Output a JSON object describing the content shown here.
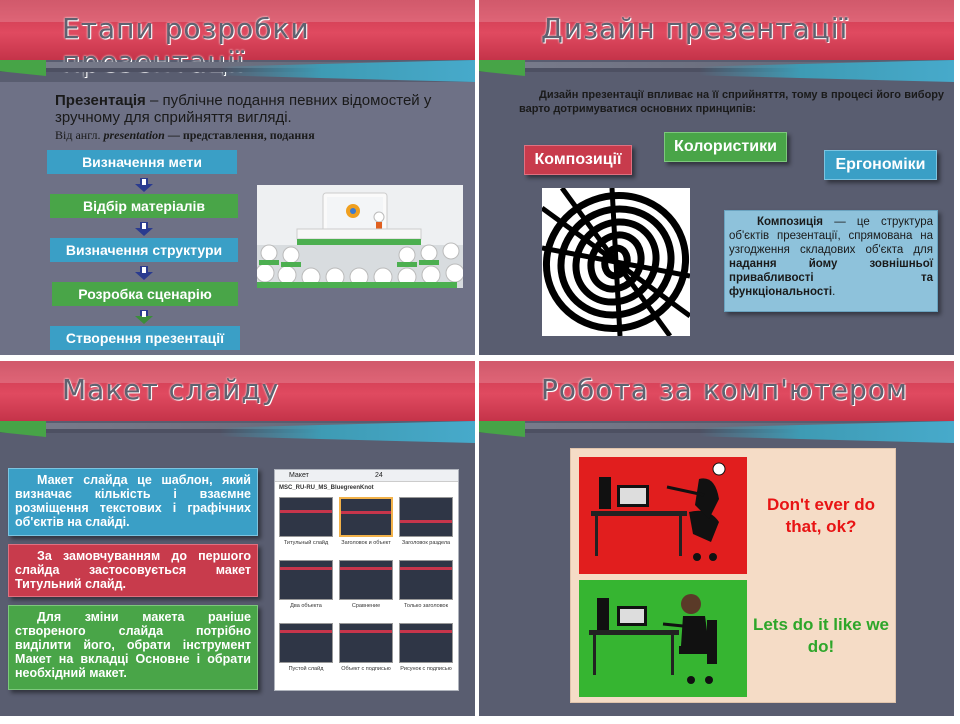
{
  "slide1": {
    "title": "Етапи розробки презентації",
    "definition_term": "Презентація",
    "definition_text": " – публічне подання певних відомостей у зручному для сприйняття вигляді.",
    "eng_prefix": "Від англ. ",
    "eng_word": "presentation",
    "eng_suffix": " — представлення, подання",
    "steps": [
      "Визначення мети",
      "Відбір матеріалів",
      "Визначення структури",
      "Розробка сценарію",
      "Створення презентації"
    ],
    "colors": {
      "blue": "#3a9fc6",
      "green": "#49a548",
      "arrow": "#2a3b8f"
    }
  },
  "slide2": {
    "title": "Дизайн презентації",
    "intro": "Дизайн презентації впливає на її сприйняття, тому в процесі його вибору варто дотримуватися основних принципів:",
    "tags": [
      "Композиції",
      "Колористики",
      "Ергономіки"
    ],
    "desc_term": "Композиція",
    "desc_part1": " — це структура об'єктів презентації, спрямована на узгодження складових об'єкта для ",
    "desc_bold": "надання йому зовнішньої привабливості та функціональності",
    "desc_end": ".",
    "colors": {
      "tag1": "#c83b4c",
      "tag2": "#49a548",
      "tag3": "#3a9fc6",
      "desc_bg": "#8ec2db"
    }
  },
  "slide3": {
    "title": "Макет слайду",
    "box1": "Макет слайда це шаблон, який визначає кількість і взаємне розміщення текстових і графічних об'єктів на слайді.",
    "box2": "За замовчуванням до першого слайда застосовується макет Титульний слайд.",
    "box3": "Для зміни макета раніше створеного слайда потрібно виділити його, обрати інструмент Макет на вкладці Основне і обрати необхідний макет.",
    "panel_title": "Макет",
    "panel_size": "24",
    "panel_theme": "MSC_RU-RU_MS_BluegreenKnot",
    "layouts": [
      "Титульный слайд",
      "Заголовок и объект",
      "Заголовок раздела",
      "Два объекта",
      "Сравнение",
      "Только заголовок",
      "Пустой слайд",
      "Объект с подписью",
      "Рисунок с подписью"
    ],
    "colors": {
      "box1": "#3a9fc6",
      "box2": "#c83b4c",
      "box3": "#49a548"
    }
  },
  "slide4": {
    "title": "Робота за комп'ютером",
    "text_bad": "Don't ever do that, ok?",
    "text_good": "Lets do it like we do!",
    "colors": {
      "bad": "#e81414",
      "good": "#2ea62a",
      "poster_bg": "#f5dcc6"
    }
  }
}
